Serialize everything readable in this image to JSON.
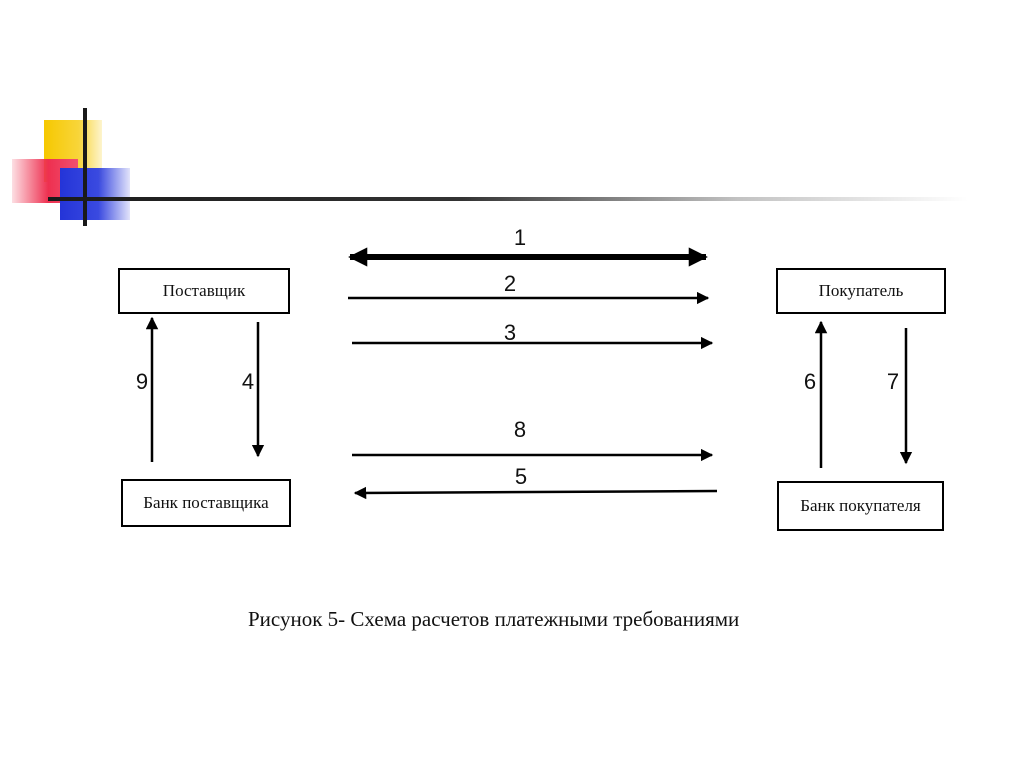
{
  "nodes": {
    "supplier": "Поставщик",
    "buyer": "Покупатель",
    "supplier_bank": "Банк поставщика",
    "buyer_bank": "Банк покупателя"
  },
  "flows": {
    "f1": "1",
    "f2": "2",
    "f3": "3",
    "f4": "4",
    "f5": "5",
    "f6": "6",
    "f7": "7",
    "f8": "8",
    "f9": "9"
  },
  "caption": "Рисунок 5- Схема расчетов платежными требованиями"
}
